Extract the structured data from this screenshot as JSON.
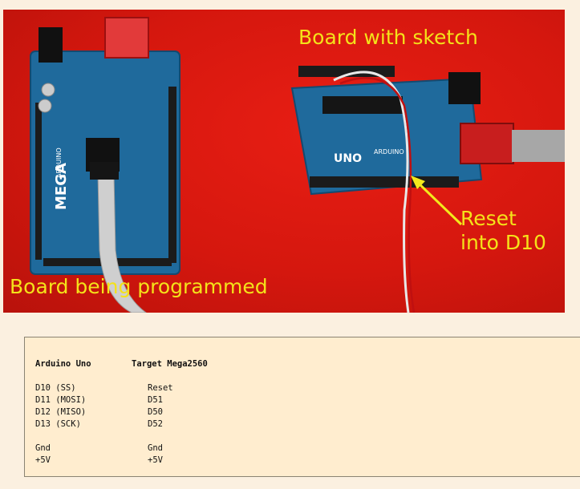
{
  "photo": {
    "captions": {
      "board_with_sketch": "Board with sketch",
      "reset_line1": "Reset",
      "reset_line2": "into D10",
      "board_being_programmed": "Board being programmed"
    },
    "mega_board": {
      "logo_text": "MEGA",
      "arduino_text": "ARDUINO"
    },
    "uno_board": {
      "logo_text": "UNO",
      "arduino_text": "ARDUINO"
    },
    "colors": {
      "background": "#d5170e",
      "board": "#1f6a9c",
      "caption": "#f4e21a",
      "arrow": "#f3e91c"
    }
  },
  "wiring_table": {
    "header_uno": "Arduino Uno",
    "header_target": "Target Mega2560",
    "rows": [
      {
        "uno": "D10 (SS)",
        "target": "Reset"
      },
      {
        "uno": "D11 (MOSI)",
        "target": "D51"
      },
      {
        "uno": "D12 (MISO)",
        "target": "D50"
      },
      {
        "uno": "D13 (SCK)",
        "target": "D52"
      }
    ],
    "power_rows": [
      {
        "uno": "Gnd",
        "target": "Gnd"
      },
      {
        "uno": "+5V",
        "target": "+5V"
      }
    ]
  }
}
